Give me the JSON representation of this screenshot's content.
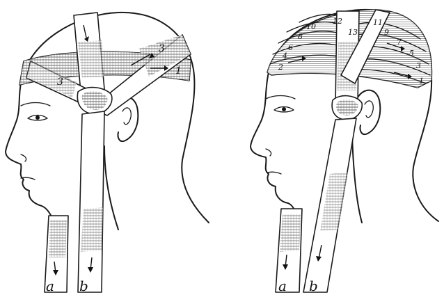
{
  "figures": [
    {
      "id": "left",
      "turn_labels": [
        "3",
        "3",
        "1"
      ],
      "end_labels": [
        "a",
        "b"
      ]
    },
    {
      "id": "right",
      "turn_labels": [
        "12",
        "10",
        "8",
        "6",
        "4",
        "2",
        "13",
        "11",
        "9",
        "7",
        "5",
        "3",
        "1"
      ],
      "end_labels": [
        "a",
        "b"
      ]
    }
  ]
}
